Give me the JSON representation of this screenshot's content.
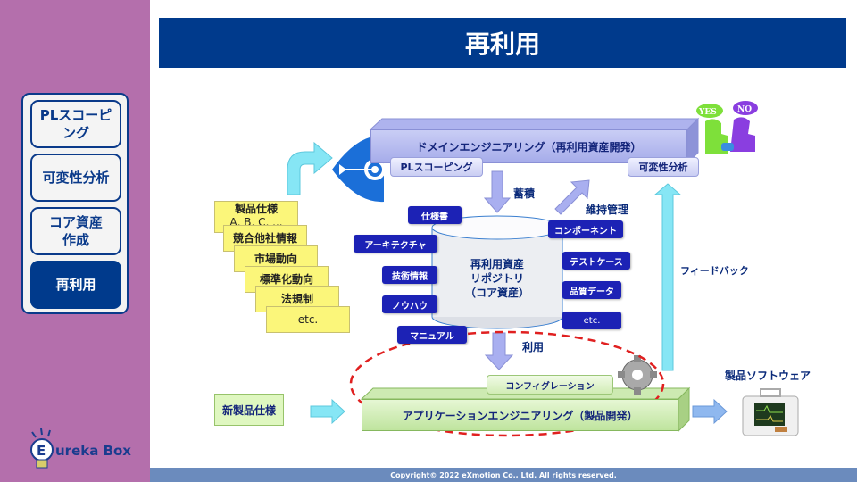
{
  "title": "再利用",
  "sidebar": {
    "items": [
      {
        "label": "PLスコーピ\nング",
        "active": false
      },
      {
        "label": "可変性分析",
        "active": false
      },
      {
        "label": "コア資産\n作成",
        "active": false
      },
      {
        "label": "再利用",
        "active": true
      }
    ],
    "logo": {
      "letter": "E",
      "text": "ureka Box"
    }
  },
  "diagram": {
    "domain_engineering": "ドメインエンジニアリング（再利用資産開発）",
    "pl_scoping": "PLスコーピング",
    "variability_analysis": "可変性分析",
    "accumulate": "蓄積",
    "maintenance": "維持管理",
    "feedback": "フィードバック",
    "use": "利用",
    "repository": {
      "line1": "再利用資産",
      "line2": "リポジトリ",
      "line3": "（コア資産）"
    },
    "assets_left": [
      "仕様書",
      "アーキテクチャ",
      "技術情報",
      "ノウハウ",
      "マニュアル"
    ],
    "assets_right": [
      "コンポーネント",
      "テストケース",
      "品質データ",
      "etc."
    ],
    "inputs": [
      {
        "line1": "製品仕様",
        "line2": "A, B, C, ..."
      },
      {
        "line1": "競合他社情報",
        "line2": ""
      },
      {
        "line1": "市場動向",
        "line2": ""
      },
      {
        "line1": "標準化動向",
        "line2": ""
      },
      {
        "line1": "法規制",
        "line2": ""
      },
      {
        "line1": "etc.",
        "line2": ""
      }
    ],
    "new_product_spec": "新製品仕様",
    "configuration": "コンフィグレーション",
    "application_engineering": "アプリケーションエンジニアリング（製品開発）",
    "product_software": "製品ソフトウェア",
    "yes": "YES",
    "no": "NO",
    "colors": {
      "title_bg": "#003a8c",
      "asset_bg": "#1c22b5",
      "dash_red": "#e02020",
      "feedback_arrow": "#7fe3f3"
    }
  },
  "footer": "Copyright© 2022 eXmotion Co., Ltd. All rights reserved."
}
